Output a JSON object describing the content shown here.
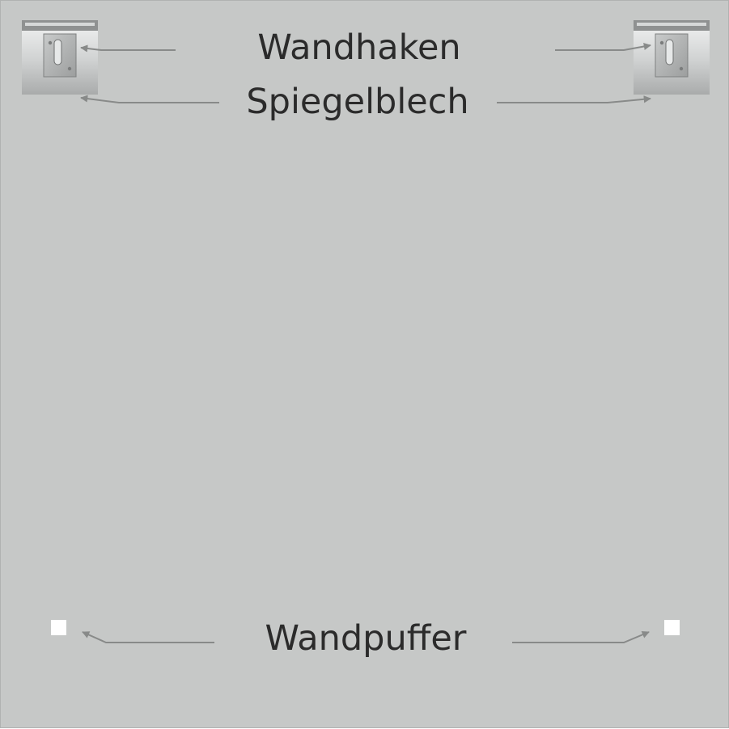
{
  "labels": {
    "wall_hook": "Wandhaken",
    "mirror_plate": "Spiegelblech",
    "wall_buffer": "Wandpuffer"
  },
  "icons": {
    "bracket": "mirror-bracket-icon",
    "buffer": "wall-buffer-pad-icon"
  },
  "colors": {
    "background": "#c6c8c7",
    "text": "#2b2b2b",
    "arrow": "#888a89",
    "pad": "#ffffff"
  }
}
